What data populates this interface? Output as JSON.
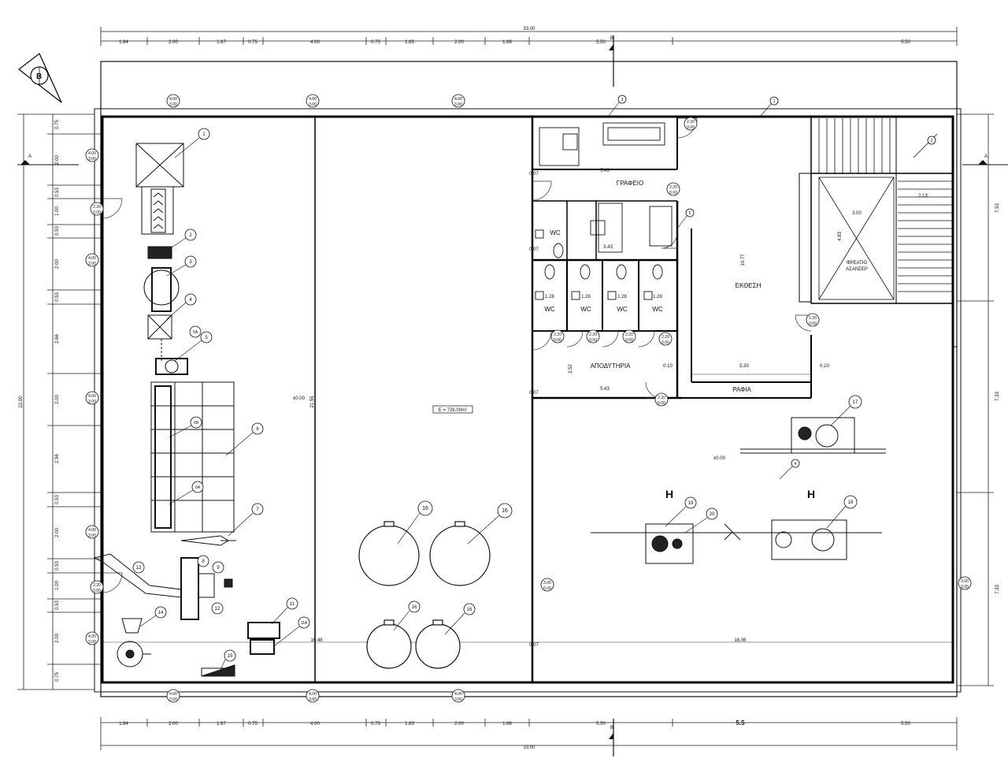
{
  "top_dims": {
    "total": "33.00",
    "segments": [
      "1.84",
      "2.00",
      "1.67",
      "0.75",
      "4.00",
      "0.75",
      "1.83",
      "2.00",
      "1.68",
      "5.50",
      "5.50"
    ]
  },
  "bottom_dims": {
    "total": "33.00",
    "big": "5.5",
    "segments": [
      "1.84",
      "2.00",
      "1.67",
      "0.75",
      "4.00",
      "0.75",
      "1.83",
      "2.00",
      "1.68",
      "5.50",
      "5.50"
    ]
  },
  "left_dims": {
    "total": "22.00",
    "segments": [
      "0.75",
      "2.00",
      "0.53",
      "1.00",
      "0.53",
      "2.00",
      "0.53",
      "2.66",
      "2.00",
      "2.56",
      "0.53",
      "2.00",
      "0.53",
      "1.00",
      "0.53",
      "2.00",
      "0.75"
    ]
  },
  "right_dims": {
    "top": "7.53",
    "mid": "7.33",
    "bottom": "7.33"
  },
  "section_marks": {
    "a": "A",
    "b": "B"
  },
  "compass": {
    "letter": "B"
  },
  "rooms": {
    "office": "ΓΡΑΦΕΙΟ",
    "wc": "WC",
    "changing": "ΑΠΟΔΥΤΗΡΙΑ",
    "exhibition": "ΕΚΘΕΣΗ",
    "ramp": "ΡΑΦΙΑ",
    "elevator_line1": "ΦΡΕΑΤΙΟ",
    "elevator_line2": "ΑΣΑΝΣΕΡ"
  },
  "area_label": "E = 726.00m²",
  "elevation_labels": {
    "main": "±0.00",
    "right": "±0.00"
  },
  "door_heights": {
    "a": "2.20",
    "b": "0.00"
  },
  "window_heights": {
    "a": "4.00",
    "b": "3.00"
  },
  "interior_dims": {
    "d543": "5.43",
    "d1077": "10.77",
    "d2155": "21.55",
    "d300": "3.00",
    "d483": "4.83",
    "d213": "2.13",
    "d128": "1.28",
    "d343": "3.43",
    "d530": "5.30",
    "d252": "2.52",
    "d010": "0.10",
    "d1648": "16.48",
    "d1606": "16.06",
    "d007": "0.07"
  },
  "equipment": [
    "1",
    "2",
    "3",
    "4",
    "5",
    "5A",
    "6",
    "6A",
    "6B",
    "7",
    "8",
    "9",
    "11",
    "11A",
    "12",
    "13",
    "14",
    "15",
    "16",
    "17",
    "18",
    "19",
    "20"
  ],
  "wall_callouts": [
    "1",
    "2",
    "3",
    "4",
    "5"
  ],
  "heights_marks": [
    "H",
    "H"
  ]
}
